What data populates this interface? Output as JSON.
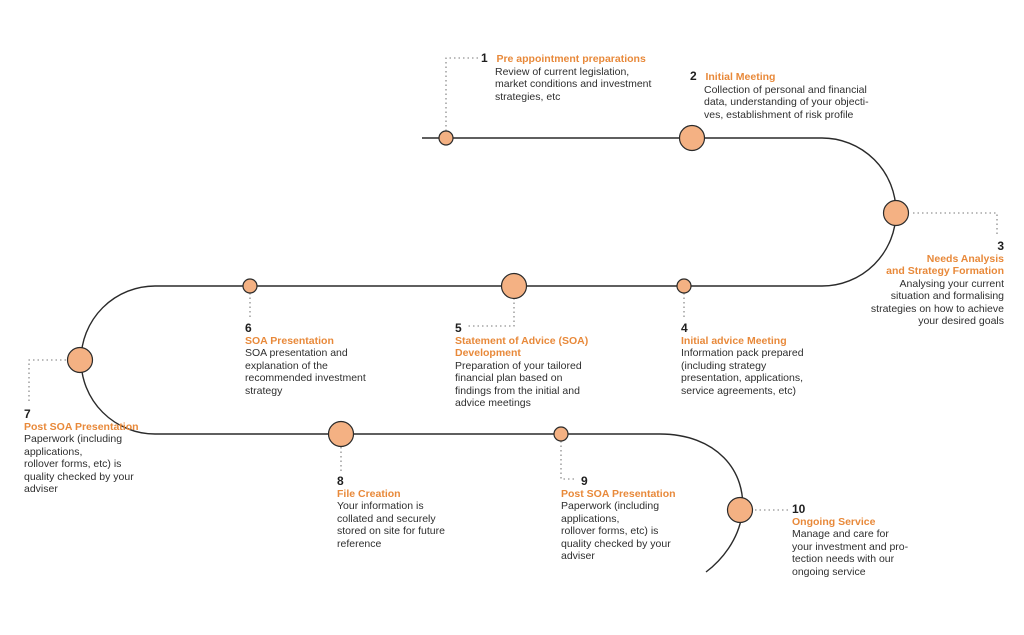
{
  "colors": {
    "accent": "#e8893a",
    "node_fill": "#f4b183",
    "path": "#2a2a2a",
    "dots": "#7a7a7a"
  },
  "steps": [
    {
      "num": "1",
      "title": "Pre appointment preparations",
      "desc": "Review of current legislation,\nmarket conditions and investment\nstrategies, etc"
    },
    {
      "num": "2",
      "title": "Initial Meeting",
      "desc": "Collection of personal and financial\ndata, understanding of your objecti-\nves, establishment of risk profile"
    },
    {
      "num": "3",
      "title": "Needs Analysis\nand Strategy Formation",
      "desc": "Analysing your current\nsituation and formalising\nstrategies on how to achieve\nyour  desired goals"
    },
    {
      "num": "4",
      "title": "Initial advice Meeting",
      "desc": "Information pack prepared\n(including strategy\npresentation, applications,\nservice agreements, etc)"
    },
    {
      "num": "5",
      "title": "Statement of Advice (SOA)\nDevelopment",
      "desc": "Preparation of your tailored\nfinancial plan based on\nfindings from the initial and\nadvice meetings"
    },
    {
      "num": "6",
      "title": "SOA Presentation",
      "desc": "SOA presentation and\nexplanation of the\nrecommended investment\nstrategy"
    },
    {
      "num": "7",
      "title": "Post SOA Presentation",
      "desc": "Paperwork (including\napplications,\nrollover forms, etc) is\nquality checked by your\nadviser"
    },
    {
      "num": "8",
      "title": "File Creation",
      "desc": "Your information is\ncollated and securely\nstored on site for future\nreference"
    },
    {
      "num": "9",
      "title": "Post SOA Presentation",
      "desc": "Paperwork (including\napplications,\nrollover forms, etc) is\nquality checked by your\nadviser"
    },
    {
      "num": "10",
      "title": "Ongoing Service",
      "desc": "Manage and care for\nyour investment and pro-\ntection needs with our\nongoing service"
    }
  ]
}
